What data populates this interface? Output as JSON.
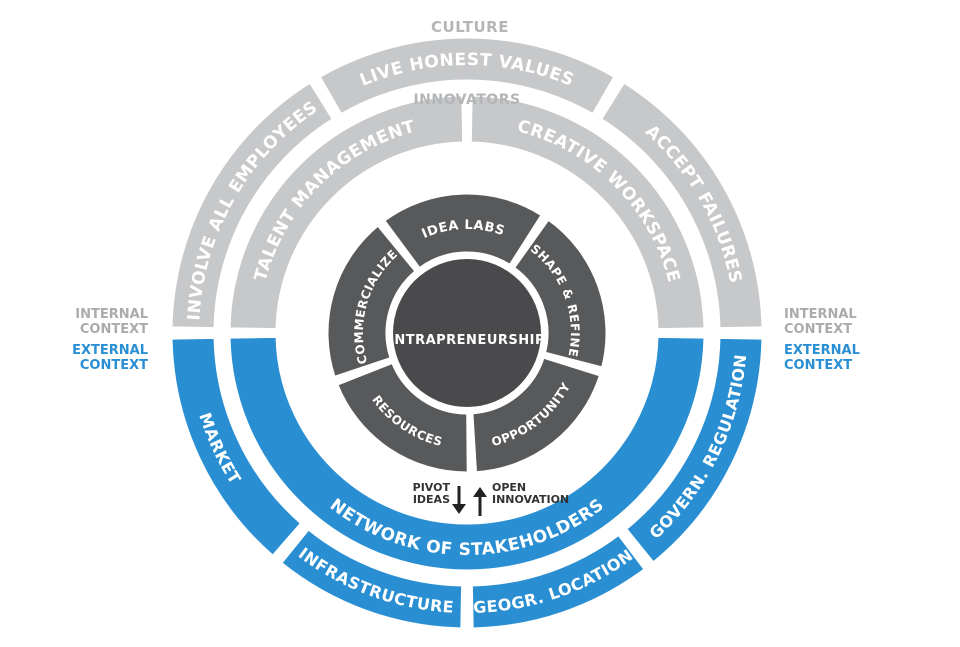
{
  "colors": {
    "gray_ring": "#c7c8ca",
    "blue_ring": "#2a8fd2",
    "dark_ring": "#58595b",
    "core": "#4a4a4c",
    "gray_text": "#a9abad",
    "blue_text": "#2a8fd2"
  },
  "outer_ring": {
    "title": "CULTURE",
    "segments": {
      "live_honest_values": "LIVE HONEST VALUES",
      "involve_all_employees": "INVOLVE ALL EMPLOYEES",
      "accept_failures": "ACCEPT FAILURES",
      "market": "MARKET",
      "infrastructure": "INFRASTRUCTURE",
      "geogr_location": "GEOGR. LOCATION",
      "govern_regulation": "GOVERN. REGULATION"
    }
  },
  "middle_ring": {
    "title": "INNOVATORS",
    "segments": {
      "talent_management": "TALENT MANAGEMENT",
      "creative_workspace": "CREATIVE WORKSPACE",
      "network_of_stakeholders": "NETWORK OF STAKEHOLDERS"
    }
  },
  "cycle": {
    "steps": {
      "idea_labs": "IDEA LABS",
      "shape_refine": "SHAPE & REFINE",
      "opportunity": "OPPORTUNITY",
      "resources": "RESOURCES",
      "commercialize": "COMMERCIALIZE"
    },
    "center": "INTRAPRENEURSHIP"
  },
  "context": {
    "internal_line1": "INTERNAL",
    "internal_line2": "CONTEXT",
    "external_line1": "EXTERNAL",
    "external_line2": "CONTEXT"
  },
  "flows": {
    "pivot_line1": "PIVOT",
    "pivot_line2": "IDEAS",
    "open_line1": "OPEN",
    "open_line2": "INNOVATION"
  }
}
